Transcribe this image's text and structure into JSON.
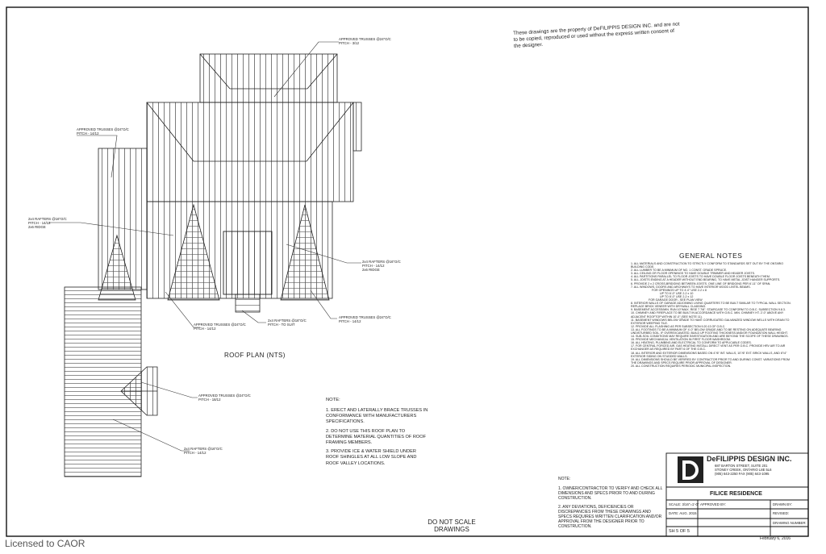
{
  "copyright_note": "These drawings are the property of DeFILIPPIS DESIGN INC. and are not to be copied, reproduced or used without the express written consent of the designer.",
  "plan_title": "ROOF PLAN (NTS)",
  "roof_labels": {
    "top_trusses": [
      "APPROVED TRUSSES @24\"O/C",
      "PITCH - 3/12"
    ],
    "left_trusses": [
      "APPROVED TRUSSES @24\"O/C",
      "PITCH - 14/12"
    ],
    "left_rafters": [
      "2x4 RAFTERS @16\"O/C",
      "PITCH - 14/12",
      "2x6 RIDGE"
    ],
    "mid_rafters": [
      "2x4 RAFTERS @16\"O/C",
      "PITCH - 14/12",
      "2x6 RIDGE"
    ],
    "center_trusses": [
      "APPROVED TRUSSES @24\"O/C",
      "PITCH - 14/12"
    ],
    "center_rafters": [
      "2x4 RAFTERS @16\"O/C",
      "PITCH - TO SUIT"
    ],
    "right_trusses": [
      "APPROVED TRUSSES @24\"O/C",
      "PITCH - 14/12"
    ],
    "lower_trusses": [
      "APPROVED TRUSSES @24\"O/C",
      "PITCH - 18/12"
    ],
    "lower_rafters": [
      "2x4 RAFTERS @16\"O/C",
      "PITCH - 14/12"
    ]
  },
  "plan_notes": {
    "heading": "NOTE:",
    "items": [
      "1. ERECT AND LATERALLY BRACE TRUSSES IN CONFORMANCE WITH MANUFACTURERS SPECIFICATIONS.",
      "2. DO NOT USE THIS ROOF PLAN TO DETERMINE MATERIAL QUANTITIES OF ROOF FRAMING MEMBERS.",
      "3. PROVIDE ICE & WATER SHIELD UNDER ROOF SHINGLES AT ALL LOW SLOPE AND ROOF VALLEY LOCATIONS."
    ]
  },
  "general_notes": {
    "title": "GENERAL NOTES",
    "items": [
      "1. ALL MATERIALS AND CONSTRUCTION TO STRICTLY CONFORM TO STANDARDS SET OUT BY THE ONTARIO BUILDING CODE.",
      "2. ALL LUMBER TO BE A MINIMUM OF NO. 1 CONST. GRADE SPRUCE.",
      "3. ALL CEILING OR FLOOR OPENINGS TO HAVE DOUBLE TRIMMER AND HEADER JOISTS.",
      "4. ALL PARTITIONS PARALLEL TO FLOOR JOISTS TO HAVE DOUBLE FLOOR JOISTS BENEATH THEM.",
      "5. ALL JOISTS ENDING AT A HEADER WITHOUT END BEARING, TO HAVE METAL JOIST HANGER SUPPORTS.",
      "6. PROVIDE 2 x 2 CROSS-BRIDGING BETWEEN JOISTS. ONE LINE OF BRIDGING PER 6'-11\" OF SPAN.",
      "7. ALL WINDOWS, DOORS AND ARCHWAYS TO HAVE INTERIOR WOOD LINTEL BEAMS.",
      "FOR OPENINGS UP TO 4'-0\" USE 2-2 x 8",
      "UP TO 6'-0\" USE 2-2 x 10",
      "UP TO 8'-0\" USE 2-2 x 12",
      "FOR GARAGE DOOR - SEE PLAN VIEW",
      "8. INTERIOR WALLS OF GARAGE ADJOINING LIVING QUARTERS TO BE BUILT SIMILAR TO TYPICAL WALL SECTION. REPLACE BRICK VENEER WITH DRYWALL CLADDING.",
      "9. BASEMENT ACCESS/MIN. RUN 10\"/MAX. RISE 7 7/8\". STAIRCASE TO CONFORM TO O.B.C. SUBSECTION 9.8.3.",
      "10. CHIMNEY AND FIREPLACE TO BE BUILT IN ACCORDANCE WITH O.B.C. MIN. CHIMNEY HT. 2'-0\" ABOVE ANY ADJACENT ROOFTOP WITHIN 10'-0\" (SEE NOTE 11).",
      "11. BASEMENT WINDOWS BELOW GRADE TO HAVE CORRUGATED GALVANIZED WINDOW WELLS WITH DRAIN TO EXTERIOR WEEPING TILE.",
      "12. PROVIDE ALL FLASHING AS PER SUBSECTION 9.20.13 OF O.B.C.",
      "13. ALL FOOTINGS TO BE A MINIMUM OF 4'-0\" BELOW GRADE AND TO BE RESTING ON ADEQUATE BEARING UNDISTURBED SOIL. IF OVEREXCAVATED, BUILD UP FOOTING THICKNESS AND/OR FOUNDATION WALL HEIGHT.",
      "14. SUB-SOIL CONDITIONS MAY REQUIRE INVESTIGATION AND ARE BEYOND THE SCOPE OF THESE DRAWINGS.",
      "15. PROVIDE MECHANICAL VENTILATION IN FIRST FLOOR WASHROOM.",
      "16. ALL HEATING, PLUMBING AND ELECTRICAL TO CONFORM TO APPLICABLE CODES.",
      "17. FOR CENTRAL FORCED AIR, GAS HEATING INSTALL DIRECT VENT AS PER O.B.C. PROVIDE HRV AIR TO AIR EXCHANGER AS REQUIRED BY PART 6 OF THE O.B.C.",
      "18. ALL INTERIOR AND EXTERIOR DIMENSIONS BASED ON 4\"/6\" INT. WALLS, 10\"/6\" EXT. BRICK WALLS, AND 6\"/4\" EXTERIOR SIDING ON STUDDED WALLS.",
      "19. ALL DIMENSIONS SHOULD BE VERIFIED BY CONTRACTOR PRIOR TO AND DURING CONST. VARIATIONS FROM THE DRAWINGS AND SPECS REQUIRE PRIOR APPROVAL OF DESIGNER.",
      "20. ALL CONSTRUCTION REQUIRES PERIODIC MUNICIPAL INSPECTION."
    ]
  },
  "contractor_notes": {
    "heading": "NOTE:",
    "items": [
      "1. OWNER/CONTRACTOR TO VERIFY AND CHECK ALL DIMENSIONS AND SPECS PRIOR TO AND DURING CONSTRUCTION.",
      "2. ANY DEVIATIONS, DEFICIENCIES OR DISCREPANCIES FROM THESE DRAWINGS AND SPECS REQUIRES WRITTEN CLARIFICATION AND/OR APPROVAL FROM THE DESIGNER PRIOR TO CONSTRUCTION."
    ]
  },
  "do_not_scale": [
    "DO NOT SCALE",
    "DRAWINGS"
  ],
  "title_block": {
    "firm": "DeFILIPPIS DESIGN INC.",
    "address1": "687 BARTON STREET, SUITE 201",
    "address2": "STONEY CREEK, ONTARIO L8E 5L6",
    "phone": "(905) 643-2250 FAX (905) 643-1095",
    "project": "FILICE RESIDENCE",
    "scale": "SCALE: 3/16\"=1'-0\"",
    "approved_by": "APPROVED BY:",
    "drawn_by": "DRAWN BY:",
    "date": "DATE: AUG. 2015",
    "revised": "REVISED:",
    "sheet": "SH 5 OF 5",
    "drawing_number": "DRAWING NUMBER:"
  },
  "plot_date": "February 6, 2016",
  "license": "Licensed to CAOR"
}
